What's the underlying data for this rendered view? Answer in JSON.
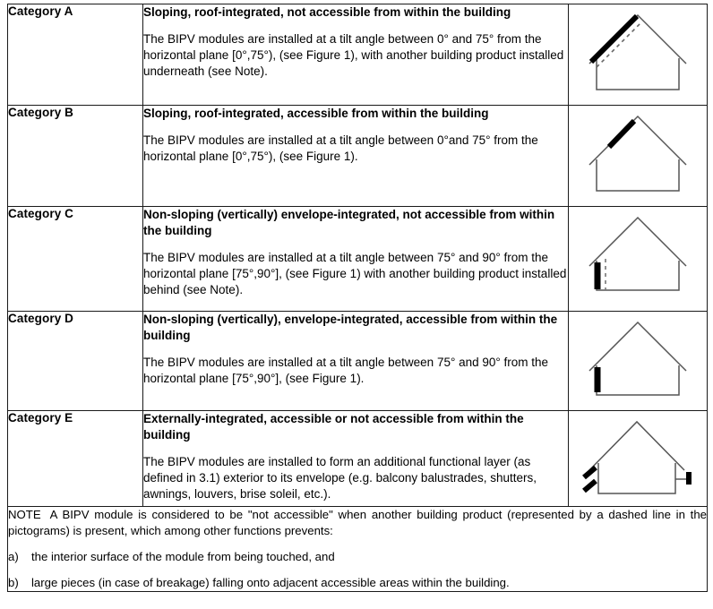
{
  "table": {
    "rows": [
      {
        "category": "Category A",
        "title": "Sloping, roof-integrated, not accessible from within the building",
        "body": "The BIPV modules are installed at a tilt angle between 0° and 75° from the horizontal plane [0°,75°), (see Figure 1), with another building product installed underneath (see Note).",
        "pictogram": "house-roof-left-module-with-dashed-underlay"
      },
      {
        "category": "Category B",
        "title": "Sloping, roof-integrated, accessible from within the building",
        "body": "The BIPV modules are installed at a tilt angle between 0°and 75° from the horizontal plane   [0°,75°), (see Figure 1).",
        "pictogram": "house-roof-left-module-short"
      },
      {
        "category": "Category C",
        "title": "Non-sloping (vertically) envelope-integrated, not accessible from within the building",
        "body": "The BIPV modules are installed at a tilt angle between 75° and 90° from the horizontal plane [75°,90°], (see Figure 1) with another building product installed behind (see Note).",
        "pictogram": "house-wall-left-module-with-dashed-backing"
      },
      {
        "category": "Category D",
        "title": "Non-sloping (vertically), envelope-integrated, accessible from within the building",
        "body": "The BIPV modules are installed at a tilt angle between 75° and 90° from the horizontal plane [75°,90°], (see Figure 1).",
        "pictogram": "house-wall-left-module"
      },
      {
        "category": "Category E",
        "title": "Externally-integrated, accessible or not accessible from within the building",
        "body": "The BIPV modules are installed to form an additional functional layer (as defined in 3.1) exterior to its envelope (e.g. balcony balustrades, shutters, awnings, louvers, brise soleil, etc.).",
        "pictogram": "house-external-louvers-and-balcony"
      }
    ],
    "note": {
      "lead": "NOTE",
      "paragraph": "A BIPV module is considered to be \"not accessible\" when another building product (represented by a dashed line in the pictograms) is present, which among other functions prevents:",
      "items": [
        {
          "marker": "a)",
          "text": "the interior surface of the module from being touched, and"
        },
        {
          "marker": "b)",
          "text": "large pieces (in case of breakage) falling onto adjacent accessible areas within the building."
        }
      ]
    }
  },
  "colors": {
    "border": "#1a1a1a",
    "outline": "#555555",
    "module": "#000000",
    "dashed": "#777777",
    "background": "#ffffff"
  }
}
